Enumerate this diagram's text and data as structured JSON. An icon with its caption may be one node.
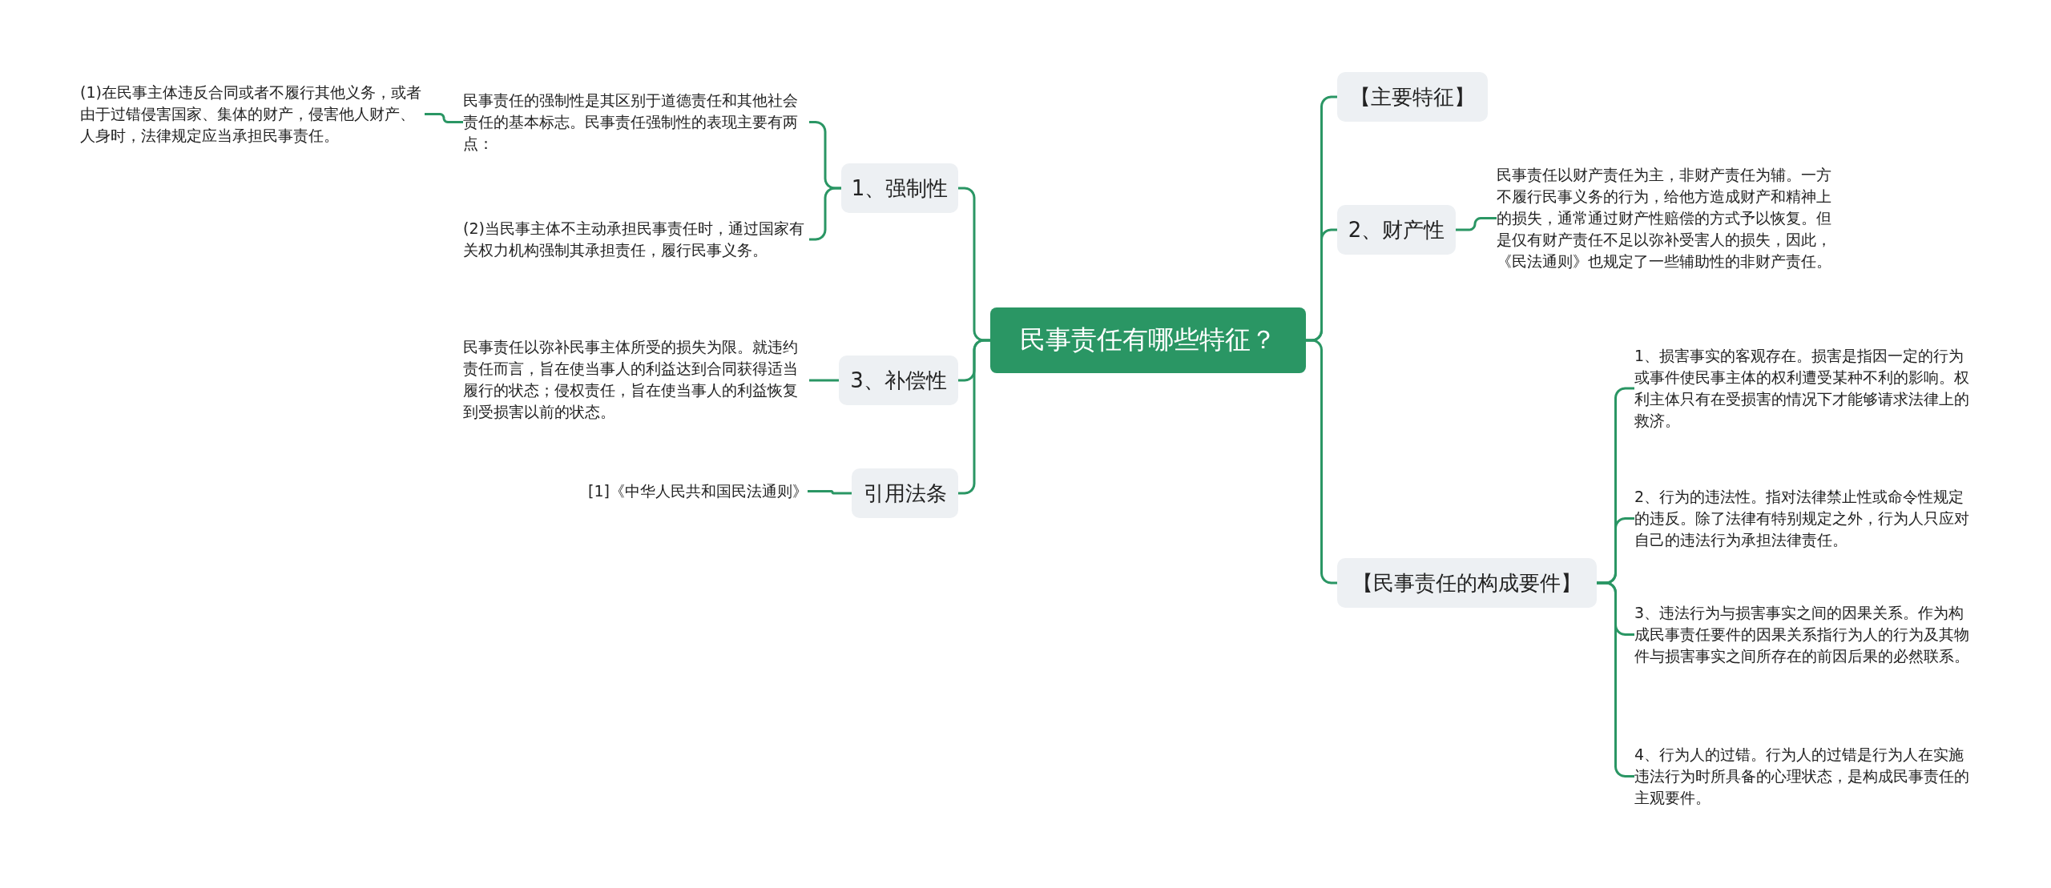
{
  "diagram": {
    "nodes": [
      {
        "text": [
          "民事责任有哪些特征？"
        ]
      },
      {
        "text": [
          "1、强制性"
        ]
      },
      {
        "text": [
          "民事责任的强制性是其区别于道德责任和其他社会责任的基本标志。民事责任强制性的表现主要有两点："
        ]
      },
      {
        "text": [
          "(1)在民事主体违反合同或者不履行其他义务，或者由于过错侵害国家、集体的财产，侵害他人财产、人身时，法律规定应当承担民事责任。"
        ]
      },
      {
        "text": [
          "(2)当民事主体不主动承担民事责任时，通过国家有关权力机构强制其承担责任，履行民事义务。"
        ]
      },
      {
        "text": [
          "3、补偿性"
        ]
      },
      {
        "text": [
          "民事责任以弥补民事主体所受的损失为限。就违约责任而言，旨在使当事人的利益达到合同获得适当履行的状态；侵权责任，旨在使当事人的利益恢复到受损害以前的状态。"
        ]
      },
      {
        "text": [
          "引用法条"
        ]
      },
      {
        "text": [
          "[1]《中华人民共和国民法通则》"
        ]
      },
      {
        "text": [
          "【主要特征】"
        ]
      },
      {
        "text": [
          "2、财产性"
        ]
      },
      {
        "text": [
          "民事责任以财产责任为主，非财产责任为辅。一方不履行民事义务的行为，给他方造成财产和精神上的损失，通常通过财产性赔偿的方式予以恢复。但是仅有财产责任不足以弥补受害人的损失，因此，《民法通则》也规定了一些辅助性的非财产责任。"
        ]
      },
      {
        "text": [
          "【民事责任的构成要件】"
        ]
      },
      {
        "text": [
          "1、损害事实的客观存在。损害是指因一定的行为或事件使民事主体的权利遭受某种不利的影响。权利主体只有在受损害的情况下才能够请求法律上的救济。"
        ]
      },
      {
        "text": [
          "2、行为的违法性。指对法律禁止性或命令性规定的违反。除了法律有特别规定之外，行为人只应对自己的违法行为承担法律责任。"
        ]
      },
      {
        "text": [
          "3、违法行为与损害事实之间的因果关系。作为构成民事责任要件的因果关系指行为人的行为及其物件与损害事实之间所存在的前因后果的必然联系。"
        ]
      },
      {
        "text": [
          "4、行为人的过错。行为人的过错是行为人在实施违法行为时所具备的心理状态，是构成民事责任的主观要件。"
        ]
      }
    ],
    "edges": [
      {
        "from": 0,
        "to": 1,
        "arrow": "none"
      },
      {
        "from": 1,
        "to": 2,
        "arrow": "none"
      },
      {
        "from": 2,
        "to": 3,
        "arrow": "none"
      },
      {
        "from": 1,
        "to": 4,
        "arrow": "none"
      },
      {
        "from": 0,
        "to": 5,
        "arrow": "none"
      },
      {
        "from": 5,
        "to": 6,
        "arrow": "none"
      },
      {
        "from": 0,
        "to": 7,
        "arrow": "none"
      },
      {
        "from": 7,
        "to": 8,
        "arrow": "none"
      },
      {
        "from": 0,
        "to": 9,
        "arrow": "none"
      },
      {
        "from": 0,
        "to": 10,
        "arrow": "none"
      },
      {
        "from": 10,
        "to": 11,
        "arrow": "none"
      },
      {
        "from": 0,
        "to": 12,
        "arrow": "none"
      },
      {
        "from": 12,
        "to": 13,
        "arrow": "none"
      },
      {
        "from": 12,
        "to": 14,
        "arrow": "none"
      },
      {
        "from": 12,
        "to": 15,
        "arrow": "none"
      },
      {
        "from": 12,
        "to": 16,
        "arrow": "none"
      }
    ]
  }
}
